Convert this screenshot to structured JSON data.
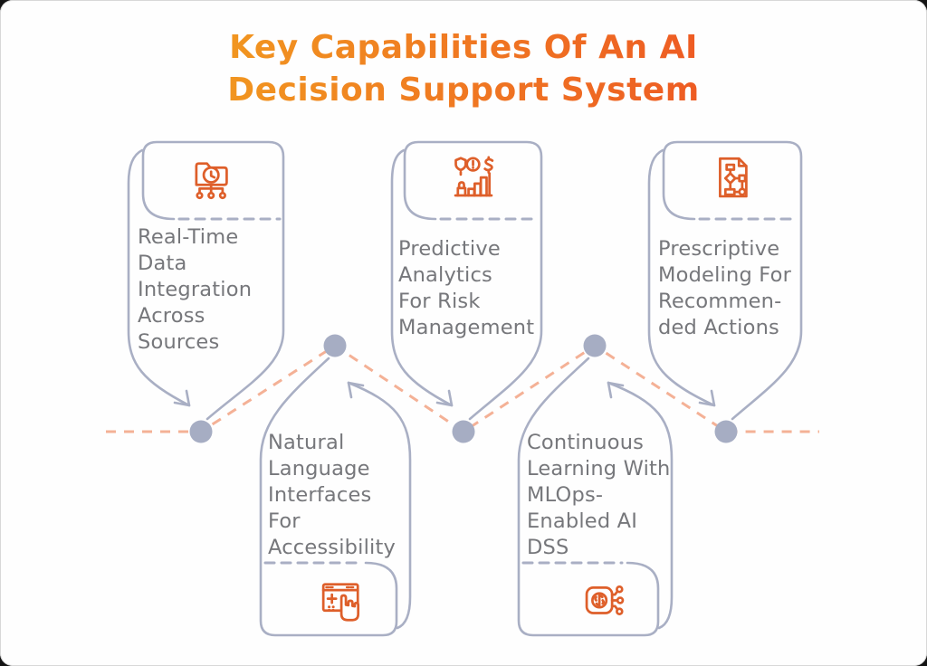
{
  "title": {
    "text": "Key Capabilities Of An AI\nDecision Support System"
  },
  "cards": [
    {
      "id": 1,
      "position": "top-left",
      "label": "Real-Time\nData\nIntegration\nAcross\nSources",
      "icon": "folder-network-clock-icon"
    },
    {
      "id": 2,
      "position": "top-center",
      "label": "Predictive\nAnalytics\nFor Risk\nManagement",
      "icon": "risk-analytics-icon"
    },
    {
      "id": 3,
      "position": "top-right",
      "label": "Prescriptive\nModeling For\nRecommen-\nded Actions",
      "icon": "flowchart-document-icon"
    },
    {
      "id": 4,
      "position": "bottom-left",
      "label": "Natural\nLanguage\nInterfaces\nFor\nAccessibility",
      "icon": "hand-interface-icon"
    },
    {
      "id": 5,
      "position": "bottom-right",
      "label": "Continuous\nLearning With\nMLOps-\nEnabled AI\nDSS",
      "icon": "ai-brain-icon"
    }
  ],
  "colors": {
    "accent_orange": "#DE5F2A",
    "title_gradient_start": "#F2A41F",
    "title_gradient_end": "#ED4D24",
    "outline_gray": "#A9AFC4",
    "node_gray": "#A6ADC3",
    "connector_dash": "#F4B196",
    "text_gray": "#76777B",
    "background": "#FEFEFE"
  }
}
